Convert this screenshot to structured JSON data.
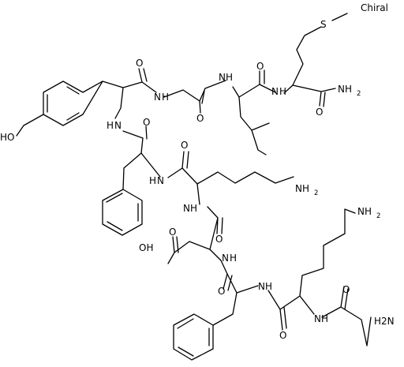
{
  "structure": {
    "chiral_flag": "Chiral",
    "labels": {
      "S": "S",
      "O": "O",
      "N": "N",
      "H": "H",
      "HO": "HO",
      "OH": "OH",
      "NH": "NH",
      "NH2": "NH2",
      "H2N": "H2N",
      "sub_2": "2"
    }
  }
}
